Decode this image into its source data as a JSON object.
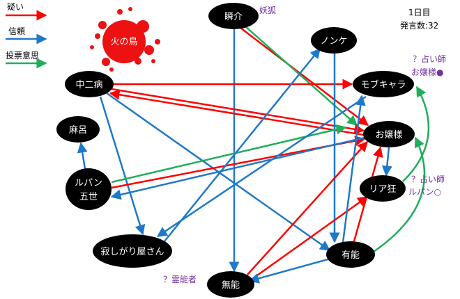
{
  "colors": {
    "doubt": "#ff0000",
    "trust": "#1f78c8",
    "vote": "#1fae5a",
    "node": "#000000",
    "note": "#7030a0",
    "splat": "#ee1111"
  },
  "legend": [
    {
      "label": "疑い",
      "kind": "doubt"
    },
    {
      "label": "信頼",
      "kind": "trust"
    },
    {
      "label": "投票意思",
      "kind": "vote"
    }
  ],
  "stats": {
    "day": "1日目",
    "speech_count": "発言数:32"
  },
  "dead": {
    "label": "火の鳥"
  },
  "nodes": [
    {
      "id": "shunsuke",
      "label": "瞬介"
    },
    {
      "id": "nonke",
      "label": "ノンケ"
    },
    {
      "id": "mobu",
      "label": "モブキャラ"
    },
    {
      "id": "chuni",
      "label": "中二病"
    },
    {
      "id": "mabu",
      "label": "麻呂"
    },
    {
      "id": "ojou",
      "label": "お嬢様"
    },
    {
      "id": "lupin",
      "label": "ルパン\n五世"
    },
    {
      "id": "riakyo",
      "label": "リア狂"
    },
    {
      "id": "sabishi",
      "label": "寂しがり屋さん"
    },
    {
      "id": "yuno",
      "label": "有能"
    },
    {
      "id": "muno",
      "label": "無能"
    }
  ],
  "notes": [
    {
      "id": "youko",
      "text": "妖狐"
    },
    {
      "id": "fortune1a",
      "text": "？占い師"
    },
    {
      "id": "fortune1b",
      "text": "お嬢様●"
    },
    {
      "id": "fortune2a",
      "text": "？占い師"
    },
    {
      "id": "fortune2b",
      "text": "ルパン○"
    },
    {
      "id": "medium",
      "text": "？霊能者"
    }
  ],
  "edges": [
    {
      "from": "shunsuke",
      "to": "ojou",
      "kind": "doubt"
    },
    {
      "from": "shunsuke",
      "to": "ojou",
      "kind": "vote"
    },
    {
      "from": "shunsuke",
      "to": "muno",
      "kind": "trust"
    },
    {
      "from": "chuni",
      "to": "mobu",
      "kind": "doubt"
    },
    {
      "from": "chuni",
      "to": "ojou",
      "kind": "doubt"
    },
    {
      "from": "chuni",
      "to": "sabishi",
      "kind": "trust"
    },
    {
      "from": "chuni",
      "to": "yuno",
      "kind": "trust"
    },
    {
      "from": "ojou",
      "to": "chuni",
      "kind": "doubt"
    },
    {
      "from": "nonke",
      "to": "yuno",
      "kind": "trust"
    },
    {
      "from": "lupin",
      "to": "mabu",
      "kind": "trust"
    },
    {
      "from": "lupin",
      "to": "ojou",
      "kind": "vote"
    },
    {
      "from": "lupin",
      "to": "ojou",
      "kind": "doubt"
    },
    {
      "from": "ojou",
      "to": "lupin",
      "kind": "trust"
    },
    {
      "from": "ojou",
      "to": "riakyo",
      "kind": "trust"
    },
    {
      "from": "mobu",
      "to": "sabishi",
      "kind": "trust"
    },
    {
      "from": "sabishi",
      "to": "nonke",
      "kind": "trust"
    },
    {
      "from": "muno",
      "to": "ojou",
      "kind": "doubt"
    },
    {
      "from": "muno",
      "to": "riakyo",
      "kind": "doubt"
    },
    {
      "from": "yuno",
      "to": "muno",
      "kind": "trust"
    },
    {
      "from": "yuno",
      "to": "mobu",
      "kind": "trust"
    },
    {
      "from": "yuno",
      "to": "ojou",
      "kind": "doubt"
    },
    {
      "from": "yuno",
      "to": "ojou",
      "kind": "vote"
    },
    {
      "from": "riakyo",
      "to": "mobu",
      "kind": "vote"
    }
  ]
}
